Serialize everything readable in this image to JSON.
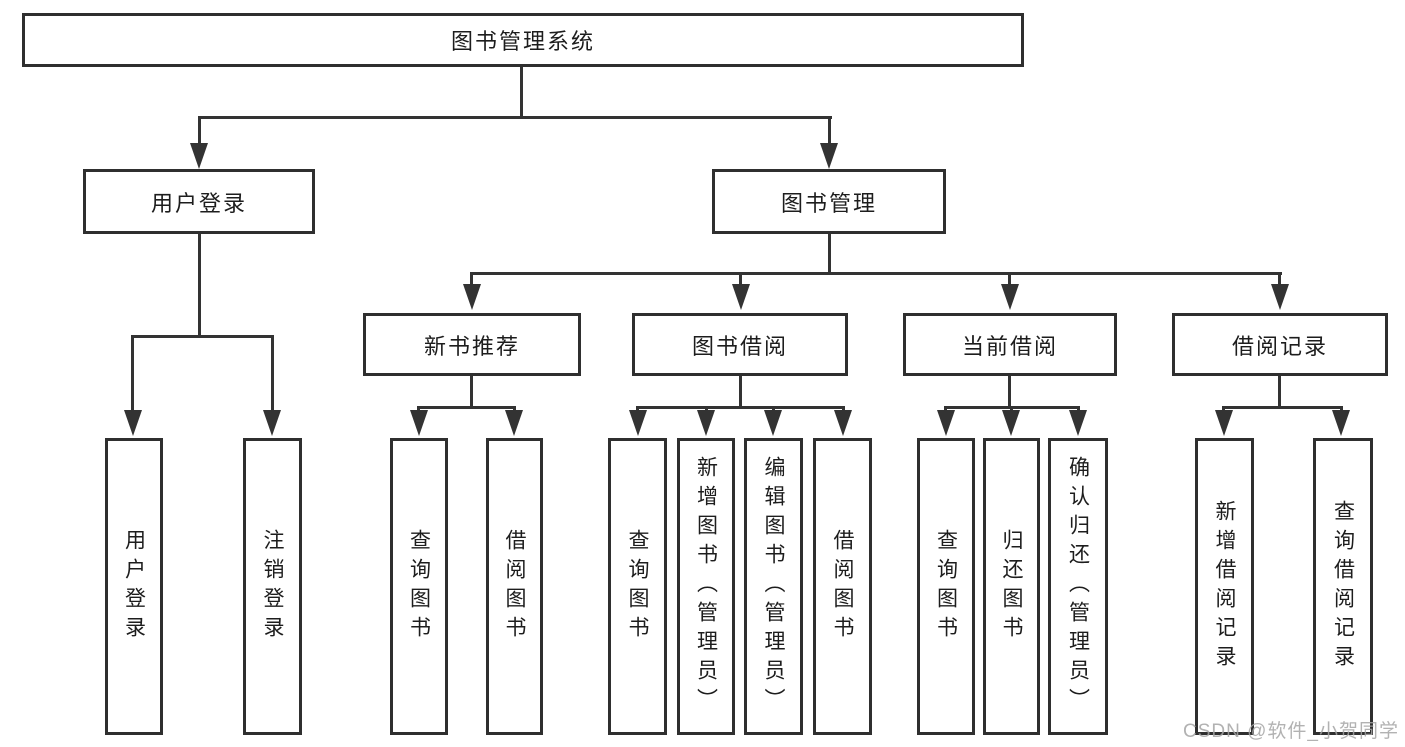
{
  "diagram_title": "图书管理系统",
  "tree": {
    "root": {
      "label": "图书管理系统",
      "children": [
        {
          "label": "用户登录",
          "children": [
            {
              "label": "用户登录"
            },
            {
              "label": "注销登录"
            }
          ]
        },
        {
          "label": "图书管理",
          "children": [
            {
              "label": "新书推荐",
              "children": [
                {
                  "label": "查询图书"
                },
                {
                  "label": "借阅图书"
                }
              ]
            },
            {
              "label": "图书借阅",
              "children": [
                {
                  "label": "查询图书"
                },
                {
                  "label": "新增图书（管理员）"
                },
                {
                  "label": "编辑图书（管理员）"
                },
                {
                  "label": "借阅图书"
                }
              ]
            },
            {
              "label": "当前借阅",
              "children": [
                {
                  "label": "查询图书"
                },
                {
                  "label": "归还图书"
                },
                {
                  "label": "确认归还（管理员）"
                }
              ]
            },
            {
              "label": "借阅记录",
              "children": [
                {
                  "label": "新增借阅记录"
                },
                {
                  "label": "查询借阅记录"
                }
              ]
            }
          ]
        }
      ]
    }
  },
  "watermark": {
    "text": "CSDN @软件_小贺同学"
  },
  "colors": {
    "line": "#333333",
    "box_border": "#2f2f2f",
    "text": "#1d1d1d",
    "background": "#ffffff",
    "watermark": "#a5a5a5"
  }
}
